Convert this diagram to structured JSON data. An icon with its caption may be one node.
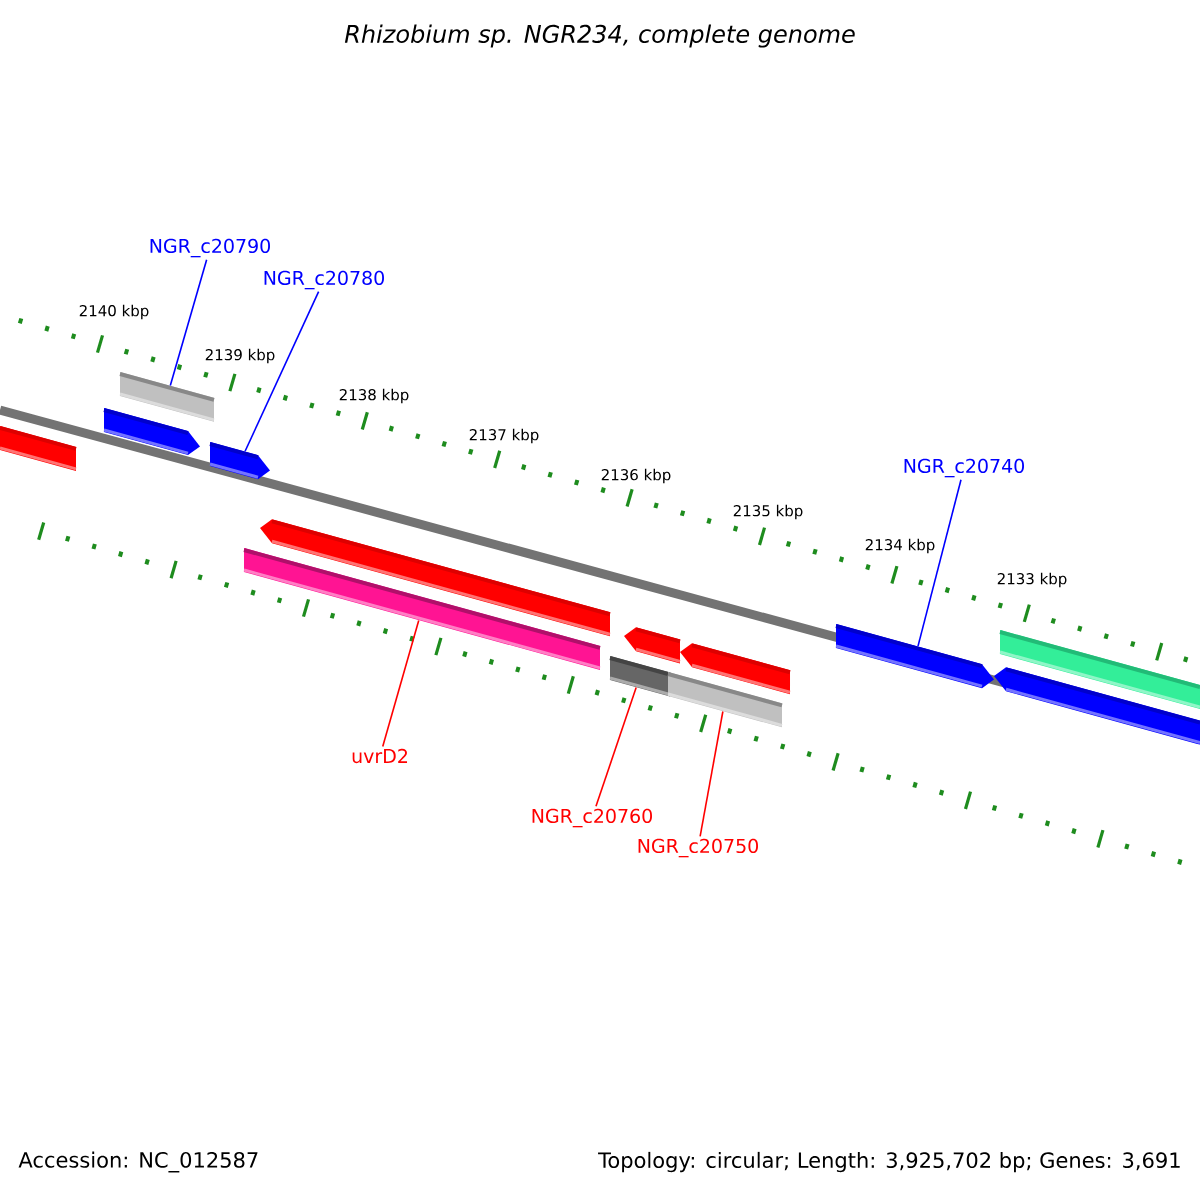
{
  "diagram": {
    "title": "Rhizobium sp. NGR234, complete genome",
    "nodes": [
      {
        "text": [
          "NGR_c20790"
        ]
      },
      {
        "text": [
          "NGR_c20780"
        ]
      },
      {
        "text": [
          "NGR_c20740"
        ]
      },
      {
        "text": [],
        "shape": "bar"
      },
      {
        "text": [],
        "shape": "arrow"
      },
      {
        "text": [],
        "shape": "bar"
      },
      {
        "text": [],
        "shape": "arrow"
      },
      {
        "text": [],
        "shape": "bar"
      },
      {
        "text": [],
        "shape": "arrow"
      },
      {
        "text": [],
        "shape": "bar"
      },
      {
        "text": [],
        "shape": "arrow"
      },
      {
        "text": [],
        "shape": "bar"
      },
      {
        "text": [],
        "shape": "arrow"
      },
      {
        "text": [],
        "shape": "arrow"
      },
      {
        "text": [],
        "shape": "arrow"
      },
      {
        "text": [],
        "shape": "bar"
      },
      {
        "text": [
          "uvrD2"
        ]
      },
      {
        "text": [
          "NGR_c20760"
        ]
      },
      {
        "text": [
          "NGR_c20750"
        ]
      }
    ],
    "edges": [
      {
        "from": 0,
        "to": 5,
        "arrow": "none",
        "color": "#0000ff"
      },
      {
        "from": 1,
        "to": 6,
        "arrow": "none",
        "color": "#0000ff"
      },
      {
        "from": 2,
        "to": 13,
        "arrow": "none",
        "color": "#0000ff"
      },
      {
        "from": 16,
        "to": 7,
        "arrow": "none",
        "color": "#ff0000"
      },
      {
        "from": 17,
        "to": 9,
        "arrow": "none",
        "color": "#ff0000"
      },
      {
        "from": 18,
        "to": 11,
        "arrow": "none",
        "color": "#ff0000"
      }
    ],
    "labels": [
      "2140 kbp",
      "2139 kbp",
      "2138 kbp",
      "2137 kbp",
      "2136 kbp",
      "2135 kbp",
      "2134 kbp",
      "2133 kbp",
      "Accession: NC_012587",
      "Topology: circular; Length: 3,925,702 bp; Genes: 3,691"
    ]
  }
}
